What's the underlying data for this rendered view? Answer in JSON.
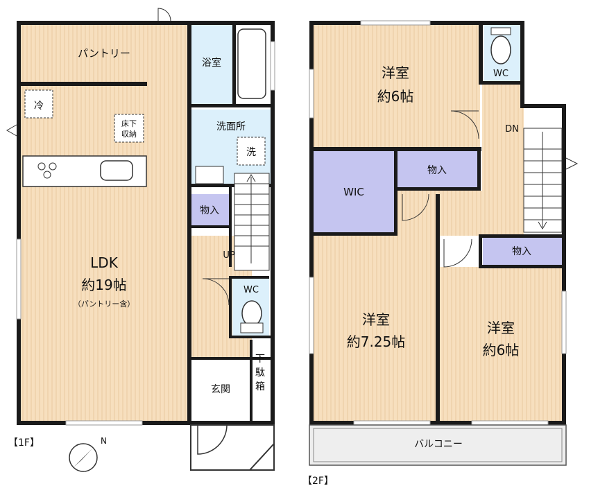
{
  "floor1": {
    "floor_label": "【1F】",
    "pantry": "パントリー",
    "fridge": "冷",
    "underfloor_storage": "床下\n収納",
    "ldk_name": "LDK",
    "ldk_size": "約19帖",
    "ldk_note": "（パントリー含）",
    "bath": "浴室",
    "washroom": "洗面所",
    "washer": "洗",
    "storage": "物入",
    "up": "UP",
    "wc": "WC",
    "shoe_box": "下\n駄\n箱",
    "entrance": "玄関"
  },
  "floor2": {
    "floor_label": "【2F】",
    "room_a_name": "洋室",
    "room_a_size": "約6帖",
    "wc": "WC",
    "dn": "DN",
    "wic": "WIC",
    "storage_a": "物入",
    "room_b_name": "洋室",
    "room_b_size": "約7.25帖",
    "storage_b": "物入",
    "room_c_name": "洋室",
    "room_c_size": "約6帖",
    "balcony": "バルコニー"
  },
  "compass_label": "N",
  "colors": {
    "floor_wood": "#f7dfbe",
    "wet_area": "#dcf0fb",
    "storage": "#c5c5f0",
    "wall": "#1a1a1a",
    "balcony": "#eeeeee"
  }
}
